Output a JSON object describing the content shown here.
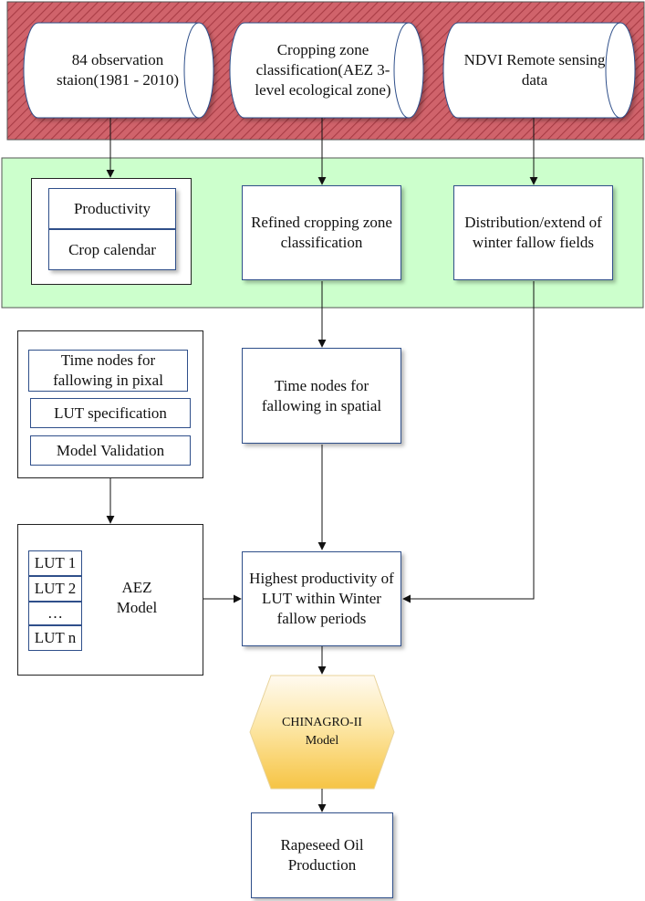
{
  "sources": {
    "stations": "84 observation staion(1981 - 2010)",
    "cropping_zone": "Cropping zone classification(AEZ 3-level ecological zone)",
    "ndvi": "NDVI Remote sensing data"
  },
  "green_band": {
    "productivity": "Productivity",
    "crop_calendar": "Crop calendar",
    "refined": "Refined cropping zone classification",
    "distribution": "Distribution/extend of winter fallow fields"
  },
  "left_panel": {
    "time_nodes_pixal": "Time nodes for fallowing in pixal",
    "lut_spec": "LUT specification",
    "model_validation": "Model Validation"
  },
  "time_nodes_spatial": "Time nodes for fallowing in spatial",
  "lut_list": [
    "LUT 1",
    "LUT 2",
    "…",
    "LUT n"
  ],
  "aez_model": "AEZ Model",
  "highest_productivity": "Highest productivity of LUT within Winter fallow periods",
  "chinagro": "CHINAGRO-II Model",
  "rapeseed": "Rapeseed Oil Production",
  "colors": {
    "red_band": "#d06068",
    "green_band": "#ccffcc",
    "box_border": "#2f4f8a",
    "hex_top": "#fff7e0",
    "hex_bottom": "#f7c94c"
  }
}
